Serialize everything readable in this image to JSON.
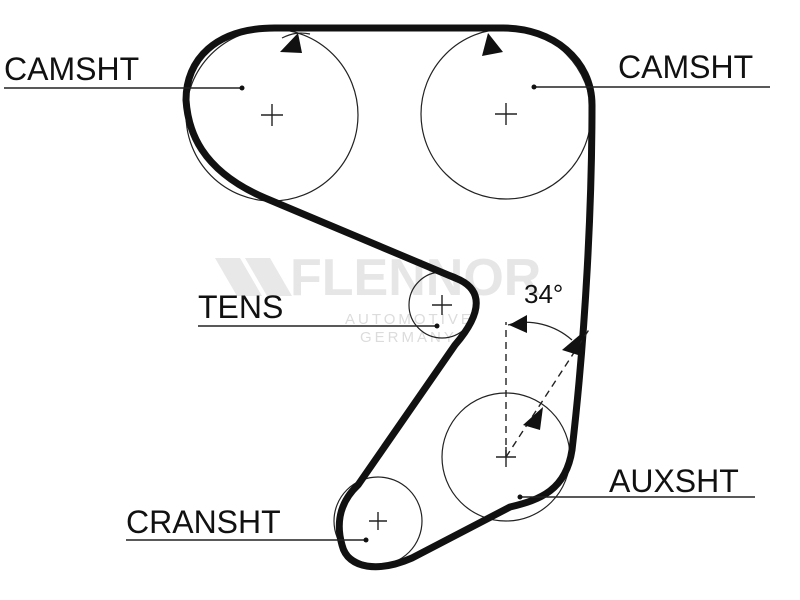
{
  "labels": {
    "camshaft_left": "CAMSHT",
    "camshaft_right": "CAMSHT",
    "tensioner": "TENS",
    "auxiliary_shaft": "AUXSHT",
    "crankshaft": "CRANSHT"
  },
  "angle": "34°",
  "watermark": {
    "brand": "FLENNOR",
    "line1": "AUTOMOTIVE",
    "line2": "GERMANY"
  }
}
